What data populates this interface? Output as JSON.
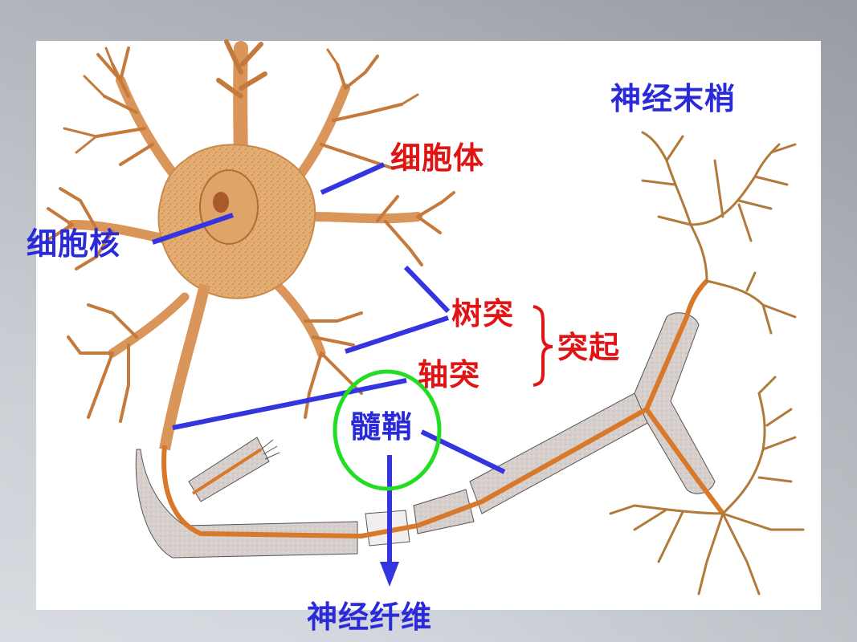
{
  "diagram": {
    "title": "Neuron structure",
    "colors": {
      "label_blue": "#2a2ad8",
      "label_red": "#e01414",
      "pointer_line": "#3535e0",
      "highlight_circle": "#22dd22",
      "cell_body": "#e2a86c",
      "axon_core": "#d8782a",
      "myelin": "#cfc8c4"
    },
    "labels": {
      "cell_body": "细胞体",
      "nucleus": "细胞核",
      "dendrite": "树突",
      "axon": "轴突",
      "process": "突起",
      "myelin_sheath": "髓鞘",
      "nerve_fiber": "神经纤维",
      "nerve_ending": "神经末梢"
    },
    "groupings": [
      {
        "bracket": "}",
        "members": [
          "树突",
          "轴突"
        ],
        "group_label": "突起"
      }
    ],
    "highlight": {
      "shape": "circle",
      "target": "髓鞘"
    }
  }
}
